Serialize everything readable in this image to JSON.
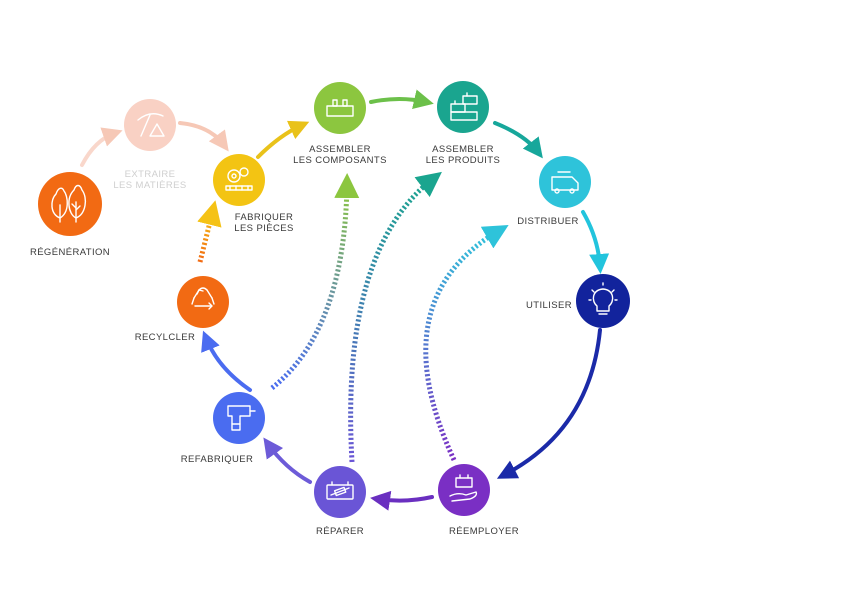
{
  "nodes": {
    "regeneration": {
      "label": "RÉGÉNÉRATION",
      "color": "#f26a13",
      "icon": "trees-icon"
    },
    "extraire": {
      "label1": "EXTRAIRE",
      "label2": "LES MATIÈRES",
      "color": "#f9d1c4",
      "icon": "pickaxe-icon"
    },
    "fabriquer": {
      "label1": "FABRIQUER",
      "label2": "LES PIÈCES",
      "color": "#f3c413",
      "icon": "gears-icon"
    },
    "assembler_c": {
      "label1": "ASSEMBLER",
      "label2": "LES COMPOSANTS",
      "color": "#8cc63f",
      "icon": "component-icon"
    },
    "assembler_p": {
      "label1": "ASSEMBLER",
      "label2": "LES PRODUITS",
      "color": "#1aa58f",
      "icon": "bricks-icon"
    },
    "distribuer": {
      "label": "DISTRIBUER",
      "color": "#2ec3da",
      "icon": "truck-icon"
    },
    "utiliser": {
      "label": "UTILISER",
      "color": "#12239c",
      "icon": "lightbulb-icon"
    },
    "reemployer": {
      "label": "RÉEMPLOYER",
      "color": "#7a2fc4",
      "icon": "hand-brick-icon"
    },
    "reparer": {
      "label": "RÉPARER",
      "color": "#6a55d6",
      "icon": "battery-icon"
    },
    "refabriquer": {
      "label": "REFABRIQUER",
      "color": "#4a6cf0",
      "icon": "drill-icon"
    },
    "recycler": {
      "label": "RECYLCLER",
      "color": "#f26a13",
      "icon": "recycle-icon"
    }
  }
}
